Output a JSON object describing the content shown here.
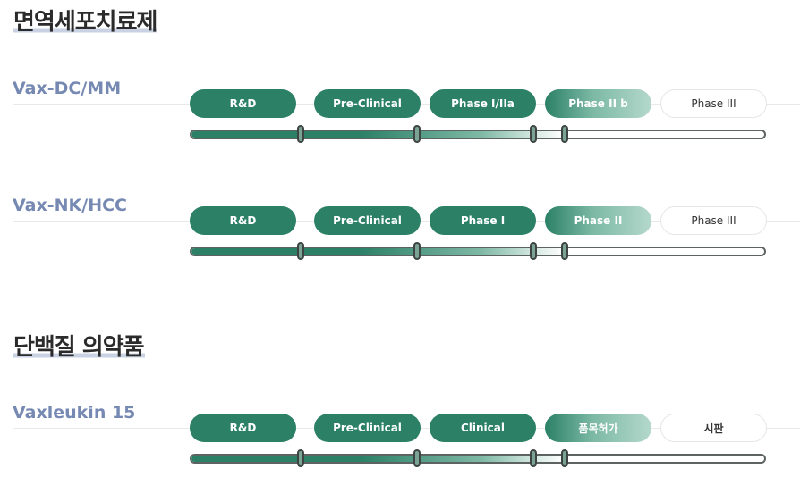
{
  "sections": [
    {
      "title": "면역세포치료제",
      "pipelines": [
        {
          "name": "Vax-DC/MM",
          "stages": [
            "R&D",
            "Pre-Clinical",
            "Phase I/IIa",
            "Phase II b",
            "Phase III"
          ],
          "stage_status": [
            "complete",
            "complete",
            "complete",
            "in-progress",
            "pending"
          ],
          "progress": 0.65
        },
        {
          "name": "Vax-NK/HCC",
          "stages": [
            "R&D",
            "Pre-Clinical",
            "Phase I",
            "Phase II",
            "Phase III"
          ],
          "stage_status": [
            "complete",
            "complete",
            "complete",
            "in-progress",
            "pending"
          ],
          "progress": 0.65
        }
      ]
    },
    {
      "title": "단백질 의약품",
      "pipelines": [
        {
          "name": "Vaxleukin 15",
          "stages": [
            "R&D",
            "Pre-Clinical",
            "Clinical",
            "품목허가",
            "시판"
          ],
          "stage_status": [
            "complete",
            "complete",
            "complete",
            "in-progress",
            "pending"
          ],
          "progress": 0.65
        }
      ]
    }
  ],
  "colors": {
    "complete": "#2b8066",
    "in_progress_light": "#b4d8cc",
    "pending_bg": "#ffffff",
    "pipeline_name": "#7689b3",
    "title": "#2b2b2b"
  }
}
